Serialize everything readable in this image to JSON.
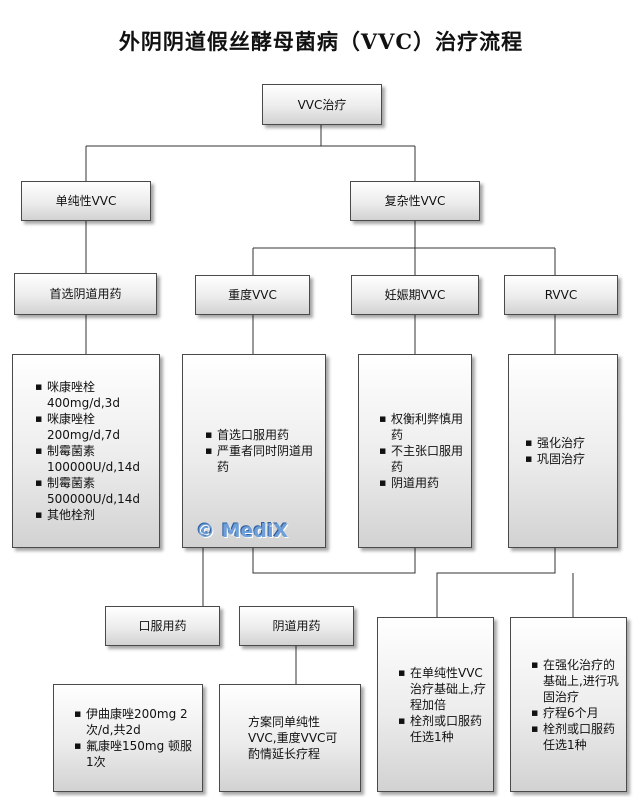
{
  "title": "外阴阴道假丝酵母菌病（VVC）治疗流程",
  "watermark": "© MediX",
  "nodes": {
    "root": "VVC治疗",
    "simple": "单纯性VVC",
    "complex": "复杂性VVC",
    "first_vaginal": "首选阴道用药",
    "severe": "重度VVC",
    "pregnancy": "妊娠期VVC",
    "rvvc": "RVVC",
    "oral": "口服用药",
    "vaginal": "阴道用药"
  },
  "details": {
    "simple_drugs": [
      "咪康唑栓400mg/d,3d",
      "咪康唑栓200mg/d,7d",
      "制霉菌素100000U/d,14d",
      "制霉菌素500000U/d,14d",
      "其他栓剂"
    ],
    "severe_drugs": [
      "首选口服用药",
      "严重者同时阴道用药"
    ],
    "pregnancy_drugs": [
      "权衡利弊慎用药",
      "不主张口服用药",
      "阴道用药"
    ],
    "rvvc_drugs": [
      "强化治疗",
      "巩固治疗"
    ],
    "oral_drugs": [
      "伊曲康唑200mg 2次/d,共2d",
      "氟康唑150mg 顿服1次"
    ],
    "vaginal_text": "方案同单纯性VVC,重度VVC可酌情延长疗程",
    "intensive": [
      "在单纯性VVC治疗基础上,疗程加倍",
      "栓剂或口服药任选1种"
    ],
    "consolidation": [
      "在强化治疗的基础上,进行巩固治疗",
      "疗程6个月",
      "栓剂或口服药任选1种"
    ]
  }
}
